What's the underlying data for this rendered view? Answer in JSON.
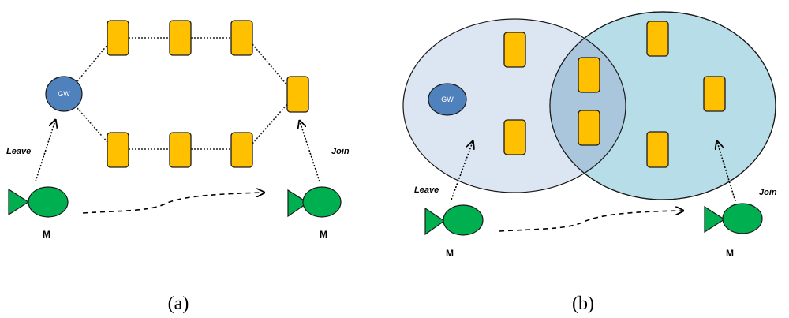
{
  "colors": {
    "node_fill": "#FFC000",
    "node_stroke": "#1a1a1a",
    "gateway_fill": "#4F81BD",
    "mobile_fill": "#00B050",
    "cluster_left_fill": "#DCE6F2",
    "cluster_right_fill": "#B7DDE8",
    "cluster_overlap_fill": "#A9C6DC"
  },
  "panel_a": {
    "caption": "(a)",
    "gateway_label": "GW",
    "leave_label": "Leave",
    "join_label": "Join",
    "mobile_left_label": "M",
    "mobile_right_label": "M"
  },
  "panel_b": {
    "caption": "(b)",
    "gateway_label": "GW",
    "leave_label": "Leave",
    "join_label": "Join",
    "mobile_left_label": "M",
    "mobile_right_label": "M"
  }
}
